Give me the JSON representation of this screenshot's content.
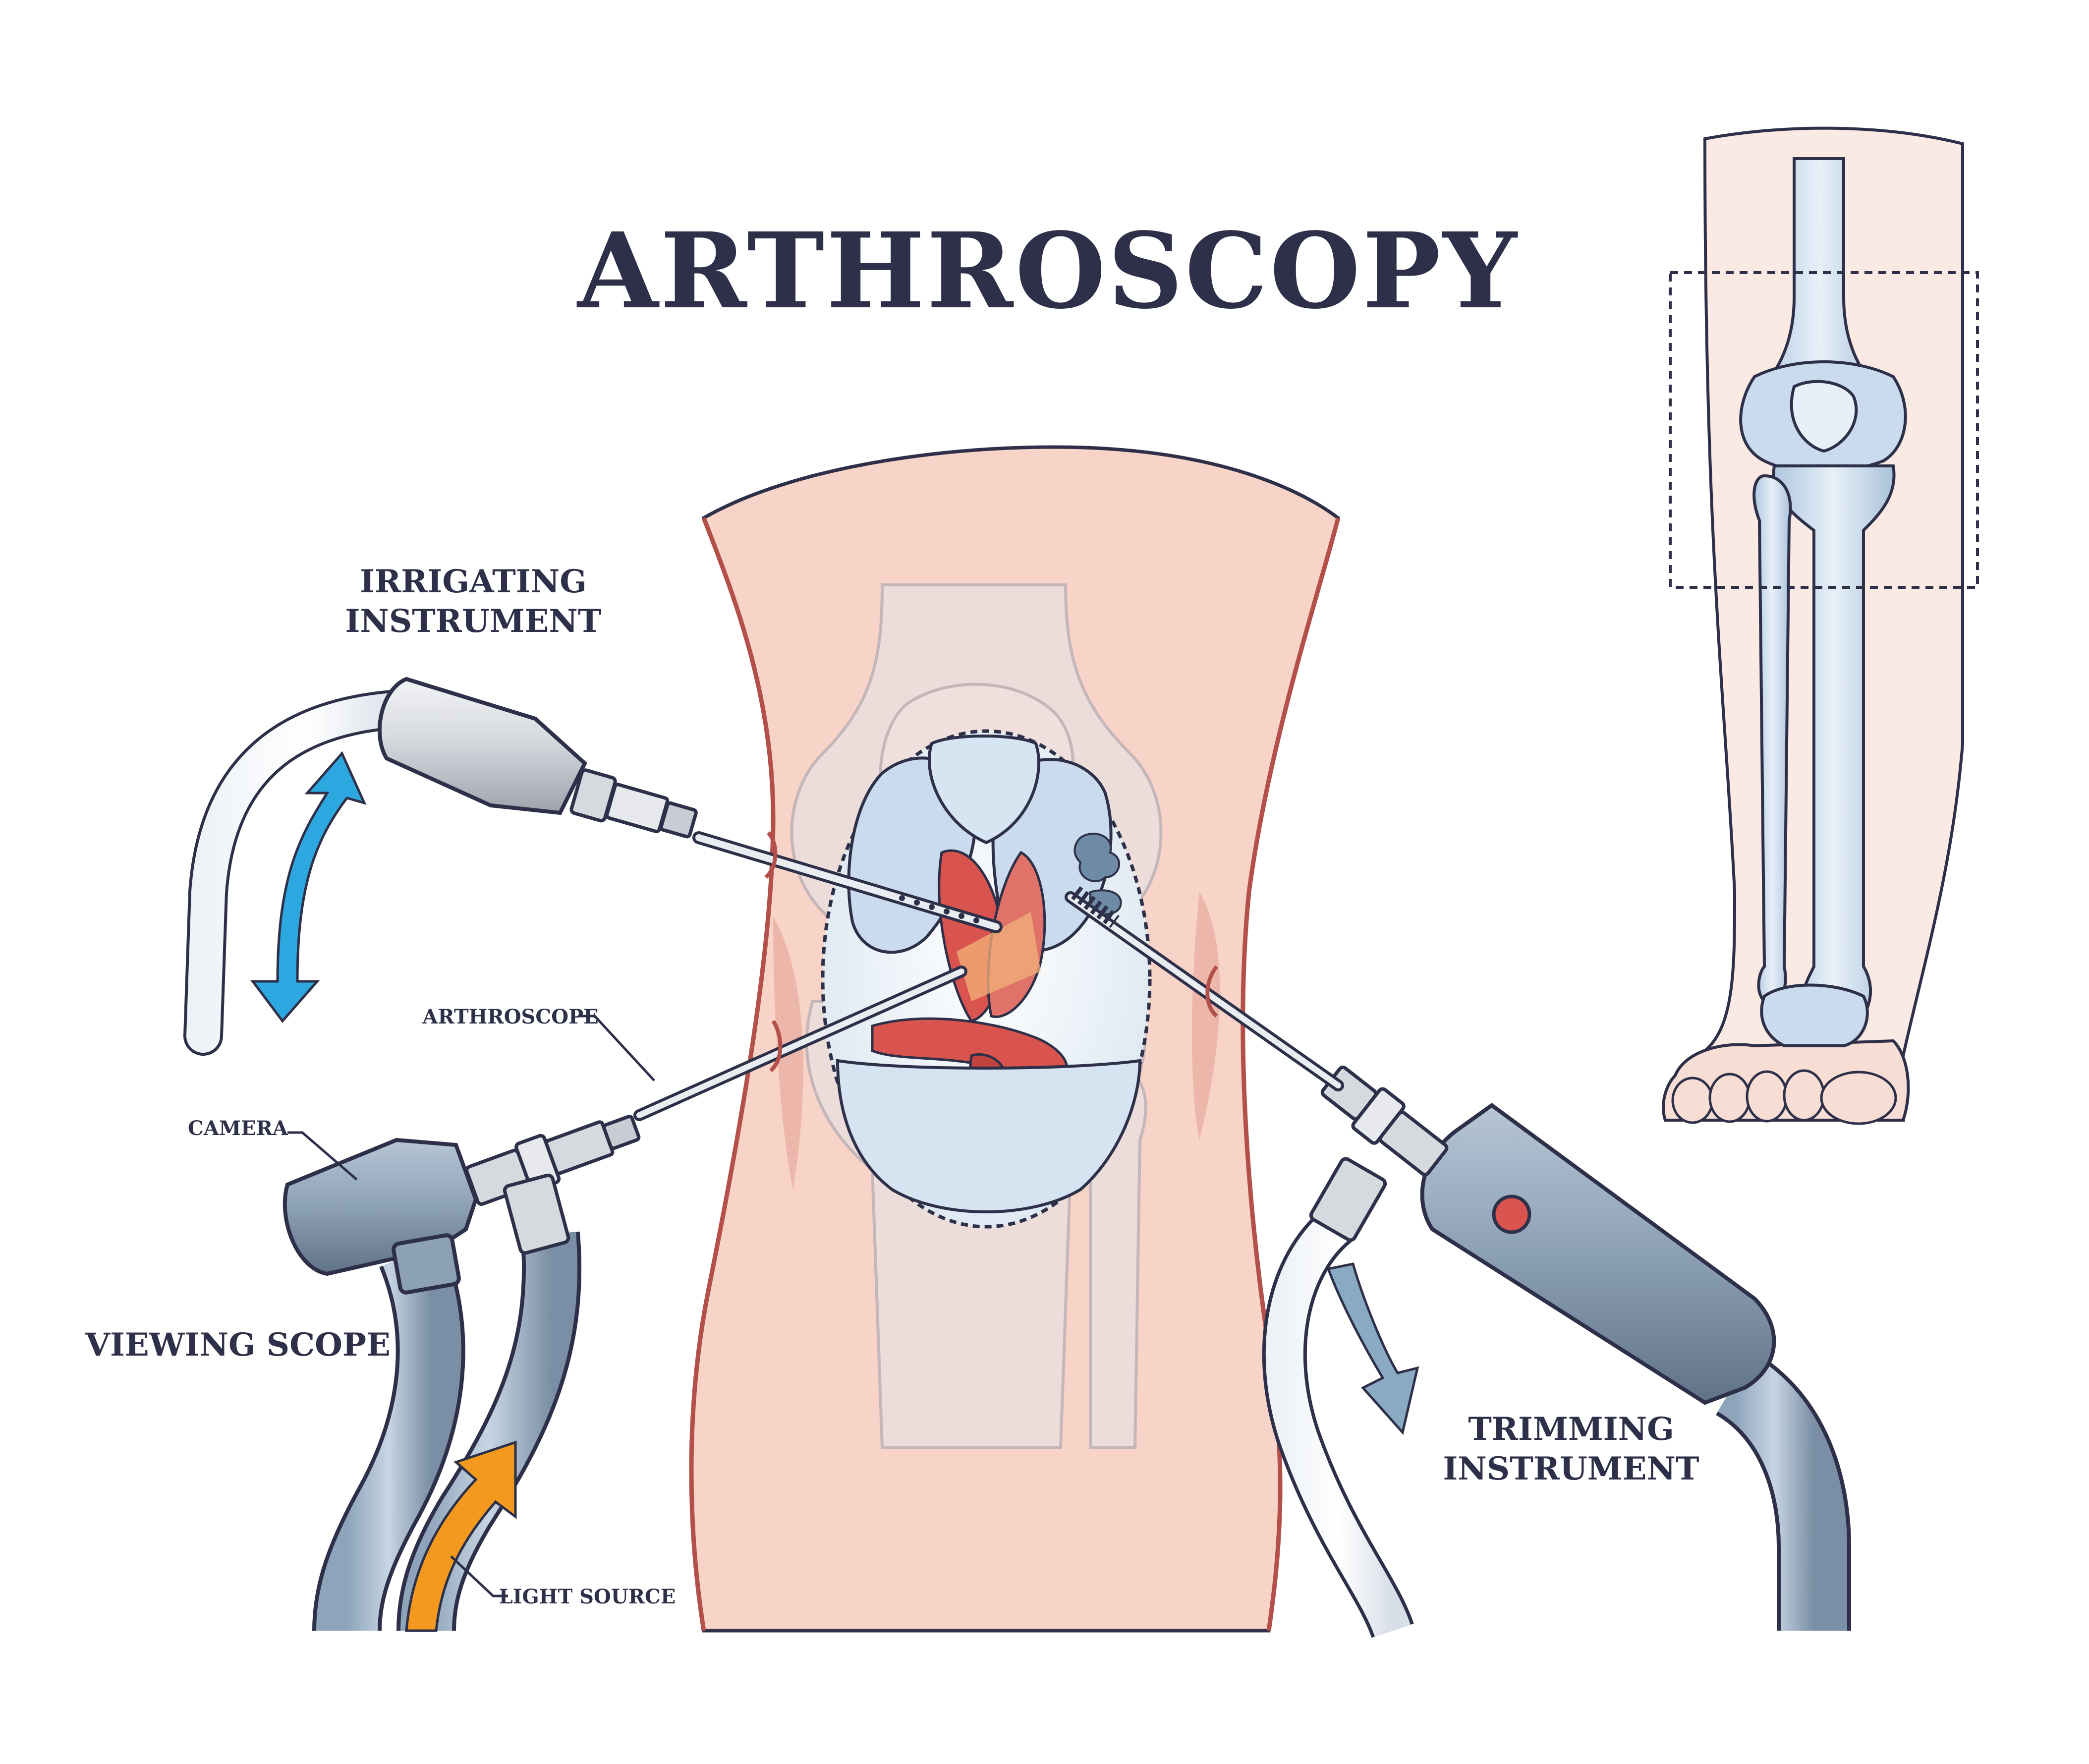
{
  "title": "ARTHROSCOPY",
  "labels": {
    "irrigating_line1": "IRRIGATING",
    "irrigating_line2": "INSTRUMENT",
    "arthroscope": "ARTHROSCOPE",
    "camera": "CAMERA",
    "viewing_scope": "VIEWING SCOPE",
    "light_source": "LIGHT SOURCE",
    "trimming_line1": "TRIMMING",
    "trimming_line2": "INSTRUMENT"
  },
  "colors": {
    "ink": "#2d3048",
    "skin": "#f7d3c8",
    "skin_edge": "#b4504a",
    "bone": "#c9dbec",
    "instrument_gray": "#c9ccd3",
    "instrument_blue": "#7f95ab",
    "irrigation_arrow": "#2da7e0",
    "trim_arrow": "#8aaac4",
    "light_arrow": "#f39a1e",
    "tissue_red": "#d9534f"
  }
}
